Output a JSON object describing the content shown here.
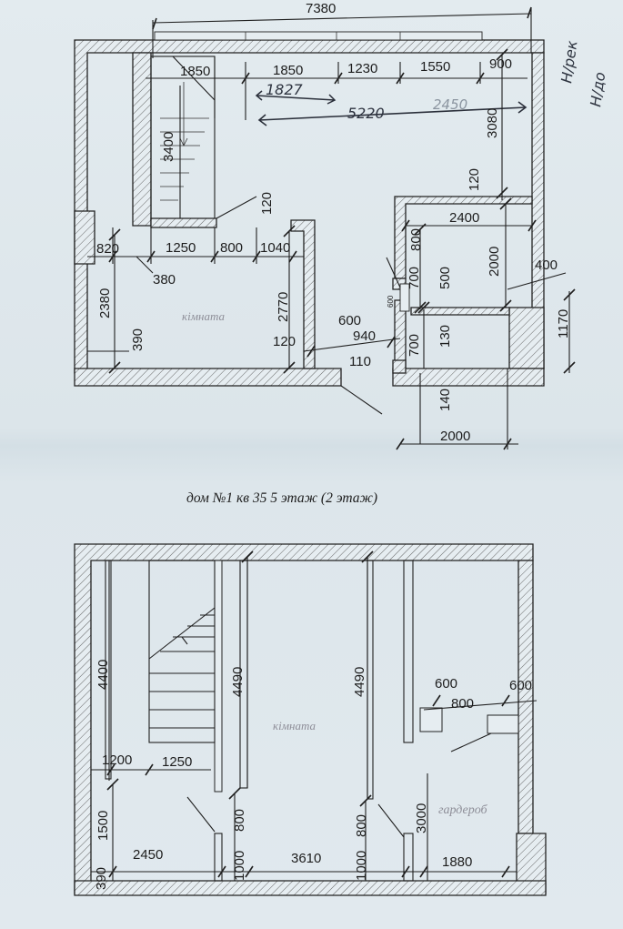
{
  "plan1": {
    "dimensions": {
      "overall_width": "7380",
      "top_1850a": "1850",
      "top_1850b": "1850",
      "top_1230": "1230",
      "top_1550": "1550",
      "top_900": "900",
      "stair_3400": "3400",
      "right_3080": "3080",
      "d_120a": "120",
      "d_120b": "120",
      "d_2400": "2400",
      "d_820": "820",
      "d_1250": "1250",
      "d_800a": "800",
      "d_1040": "1040",
      "d_800b": "800",
      "d_2000v": "2000",
      "d_400": "400",
      "d_380": "380",
      "d_2380": "2380",
      "d_2770": "2770",
      "d_700a": "700",
      "d_500": "500",
      "d_600": "600",
      "d_390": "390",
      "d_120c": "120",
      "d_940": "940",
      "d_700b": "700",
      "d_130": "130",
      "d_1170": "1170",
      "d_110": "110",
      "d_140": "140",
      "d_2000h": "2000"
    },
    "handwritten": {
      "d_1827": "1827",
      "d_5220": "5220",
      "faint_2450": "2450",
      "note_line1": "Н/рек",
      "note_line2": "Н/до"
    },
    "room_label": "кімната",
    "small_label": "600"
  },
  "caption": "дом №1 кв 35 5 этаж (2 этаж)",
  "plan2": {
    "dimensions": {
      "d_4400": "4400",
      "d_4490a": "4490",
      "d_4490b": "4490",
      "d_600a": "600",
      "d_800a": "800",
      "d_600b": "600",
      "d_1200": "1200",
      "d_1250": "1250",
      "d_1500": "1500",
      "d_800b": "800",
      "d_800c": "800",
      "d_3000": "3000",
      "d_390": "390",
      "d_2450": "2450",
      "d_1000a": "1000",
      "d_3610": "3610",
      "d_1000b": "1000",
      "d_1880": "1880"
    },
    "room_label": "кімната",
    "wardrobe_label": "гардероб"
  }
}
